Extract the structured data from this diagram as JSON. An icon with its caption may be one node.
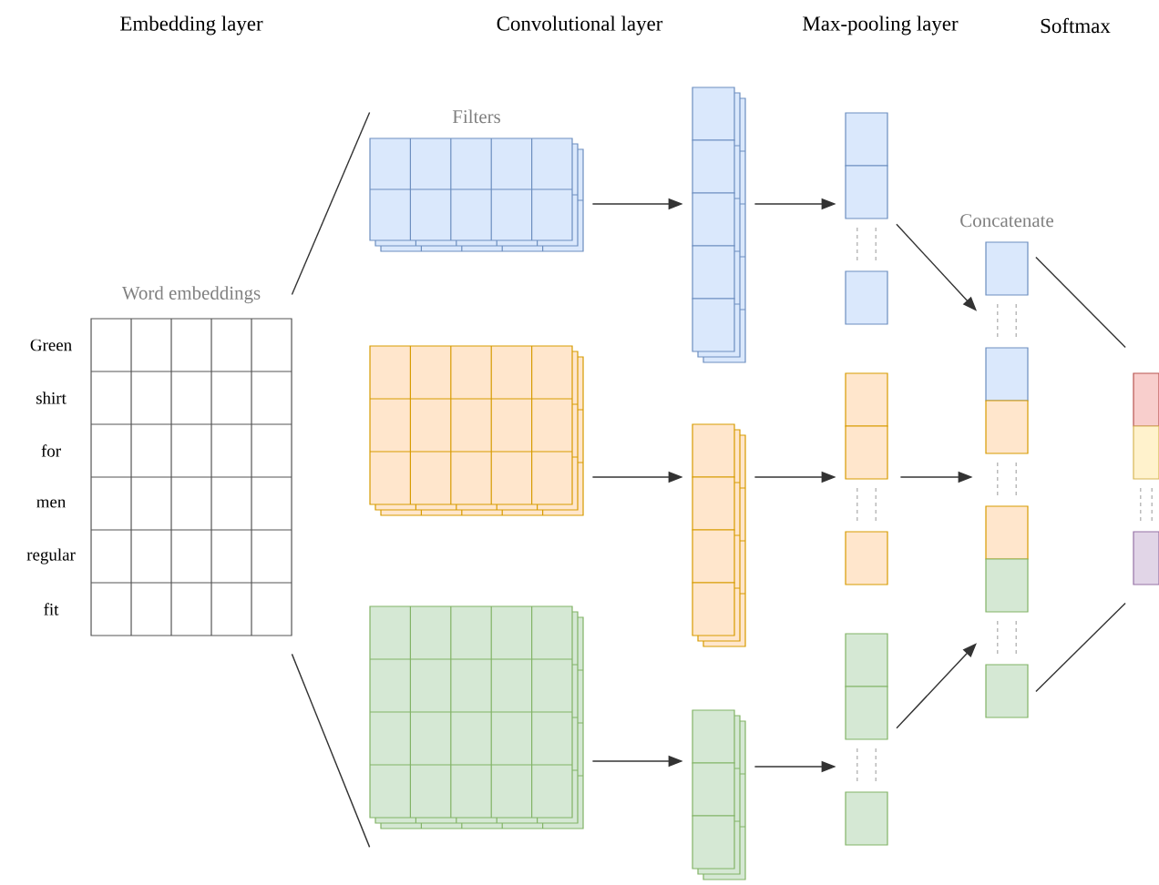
{
  "diagram": {
    "nodes": [
      {
        "text": [
          "Word embeddings"
        ],
        "beside": [
          "Green",
          "shirt",
          "for",
          "men",
          "regular",
          "fit"
        ]
      },
      {
        "text": [
          "Filters"
        ]
      },
      {
        "text": [],
        "shape": "box"
      },
      {
        "text": [],
        "shape": "box"
      },
      {
        "text": [],
        "shape": "box"
      },
      {
        "text": [],
        "shape": "box"
      },
      {
        "text": [],
        "shape": "box"
      },
      {
        "text": [],
        "shape": "box"
      },
      {
        "text": [],
        "shape": "box"
      },
      {
        "text": [],
        "shape": "box"
      },
      {
        "text": [
          "Concatenate"
        ]
      },
      {
        "text": [],
        "shape": "box"
      }
    ],
    "edges": [
      {
        "from": 0,
        "to": 1,
        "arrow": "none"
      },
      {
        "from": 0,
        "to": 3,
        "arrow": "none"
      },
      {
        "from": 1,
        "to": 4,
        "arrow": "to"
      },
      {
        "from": 2,
        "to": 5,
        "arrow": "to"
      },
      {
        "from": 3,
        "to": 6,
        "arrow": "to"
      },
      {
        "from": 4,
        "to": 7,
        "arrow": "to"
      },
      {
        "from": 5,
        "to": 8,
        "arrow": "to"
      },
      {
        "from": 6,
        "to": 9,
        "arrow": "to"
      },
      {
        "from": 7,
        "to": 10,
        "arrow": "to"
      },
      {
        "from": 8,
        "to": 10,
        "arrow": "to"
      },
      {
        "from": 9,
        "to": 10,
        "arrow": "to"
      },
      {
        "from": 10,
        "to": 11,
        "arrow": "none"
      },
      {
        "from": 10,
        "to": 11,
        "arrow": "none"
      }
    ],
    "labels": [
      "Embedding layer",
      "Convolutional layer",
      "Max-pooling layer",
      "Softmax"
    ]
  }
}
